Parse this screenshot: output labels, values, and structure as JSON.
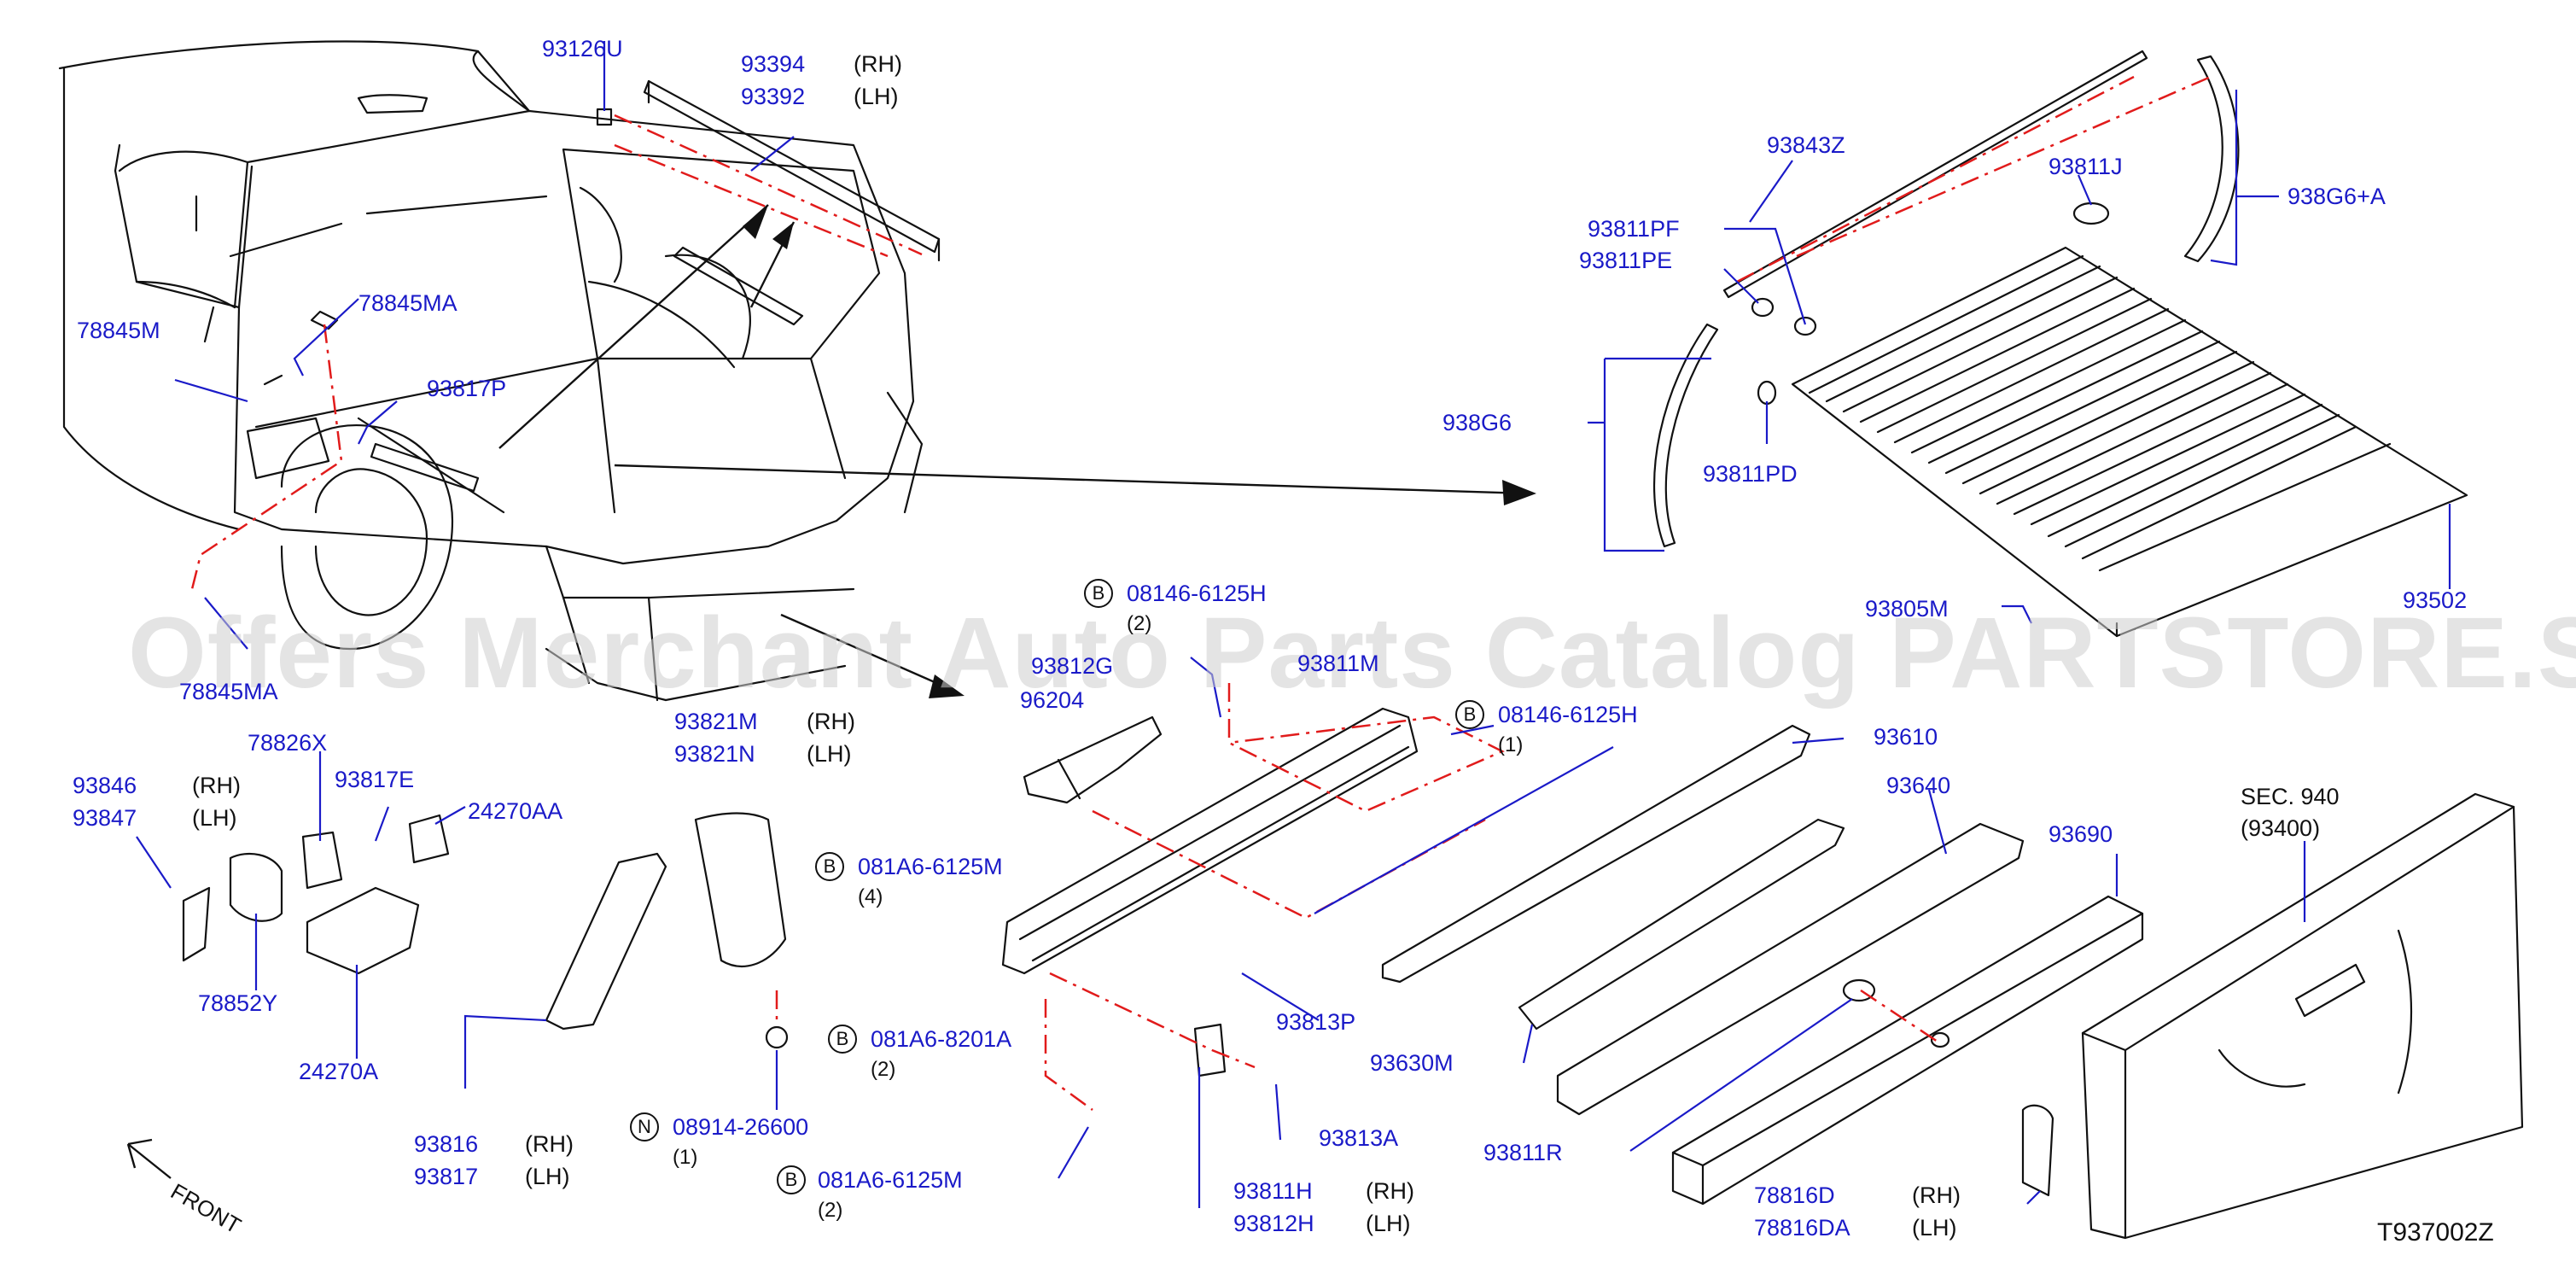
{
  "diagram": {
    "code": "T937002Z",
    "front_label": "FRONT",
    "watermark": "Offers Merchant Auto Parts Catalog PARTSTORE.SA",
    "colors": {
      "part_number": "#1a1ac8",
      "line": "#111111",
      "dash": "#e11b1b",
      "leader": "#1a1ac8"
    },
    "labels": {
      "p93126U": "93126U",
      "p93394": "93394",
      "p93394_side": "(RH)",
      "p93392": "93392",
      "p93392_side": "(LH)",
      "p78845MA_top": "78845MA",
      "p78845M": "78845M",
      "p93817P": "93817P",
      "p78845MA_bottom": "78845MA",
      "p93843Z": "93843Z",
      "p93811J": "93811J",
      "p938G6A": "938G6+A",
      "p93811PF": "93811PF",
      "p93811PE": "93811PE",
      "p938G6": "938G6",
      "p93811PD": "93811PD",
      "p93502": "93502",
      "p93805M": "93805M",
      "pB08146_top": "08146-6125H",
      "pB08146_top_qty": "(2)",
      "p93812G": "93812G",
      "p96204": "96204",
      "p93811M": "93811M",
      "pB08146_right": "08146-6125H",
      "pB08146_right_qty": "(1)",
      "p93610": "93610",
      "p93640": "93640",
      "p93690": "93690",
      "sec940": "SEC. 940",
      "sec93400": "(93400)",
      "p93846": "93846",
      "p93846_side": "(RH)",
      "p93847": "93847",
      "p93847_side": "(LH)",
      "p78826X": "78826X",
      "p93817E": "93817E",
      "p24270AA": "24270AA",
      "p78852Y": "78852Y",
      "p24270A": "24270A",
      "p93821M": "93821M",
      "p93821M_side": "(RH)",
      "p93821N": "93821N",
      "p93821N_side": "(LH)",
      "pB081A6_4": "081A6-6125M",
      "pB081A6_4_qty": "(4)",
      "pB081A6_8201": "081A6-8201A",
      "pB081A6_8201_qty": "(2)",
      "pN08914": "08914-26600",
      "pN08914_qty": "(1)",
      "pB081A6_2": "081A6-6125M",
      "pB081A6_2_qty": "(2)",
      "p93816": "93816",
      "p93816_side": "(RH)",
      "p93817": "93817",
      "p93817_side": "(LH)",
      "p93813P": "93813P",
      "p93630M": "93630M",
      "p93813A": "93813A",
      "p93811R": "93811R",
      "p93811H": "93811H",
      "p93811H_side": "(RH)",
      "p93812H": "93812H",
      "p93812H_side": "(LH)",
      "p78816D": "78816D",
      "p78816D_side": "(RH)",
      "p78816DA": "78816DA",
      "p78816DA_side": "(LH)"
    },
    "symbols": {
      "bolt": "B",
      "nut": "N"
    }
  }
}
